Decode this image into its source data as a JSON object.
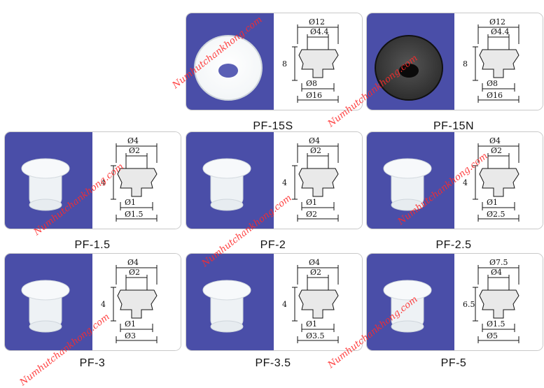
{
  "products": [
    {
      "caption": "PF-15S",
      "dims": [
        "Ø12",
        "Ø4.4",
        "8",
        "Ø8",
        "Ø16"
      ],
      "cup_color": "clear"
    },
    {
      "caption": "PF-15N",
      "dims": [
        "Ø12",
        "Ø4.4",
        "8",
        "Ø8",
        "Ø16"
      ],
      "cup_color": "black"
    },
    {
      "caption": "PF-1.5",
      "dims": [
        "Ø4",
        "Ø2",
        "4",
        "Ø1",
        "Ø1.5"
      ],
      "cup_color": "clear"
    },
    {
      "caption": "PF-2",
      "dims": [
        "Ø4",
        "Ø2",
        "4",
        "Ø1",
        "Ø2"
      ],
      "cup_color": "clear"
    },
    {
      "caption": "PF-2.5",
      "dims": [
        "Ø4",
        "Ø2",
        "4",
        "Ø1",
        "Ø2.5"
      ],
      "cup_color": "clear"
    },
    {
      "caption": "PF-3",
      "dims": [
        "Ø4",
        "Ø2",
        "4",
        "Ø1",
        "Ø3"
      ],
      "cup_color": "clear"
    },
    {
      "caption": "PF-3.5",
      "dims": [
        "Ø4",
        "Ø2",
        "4",
        "Ø1",
        "Ø3.5"
      ],
      "cup_color": "clear"
    },
    {
      "caption": "PF-5",
      "dims": [
        "Ø7.5",
        "Ø4",
        "6.5",
        "Ø1.5",
        "Ø5"
      ],
      "cup_color": "clear"
    }
  ],
  "watermark": "Numhutchankhong.com",
  "colors": {
    "photo_bg": "#4a4ea8",
    "watermark": "#ff2a2a"
  }
}
